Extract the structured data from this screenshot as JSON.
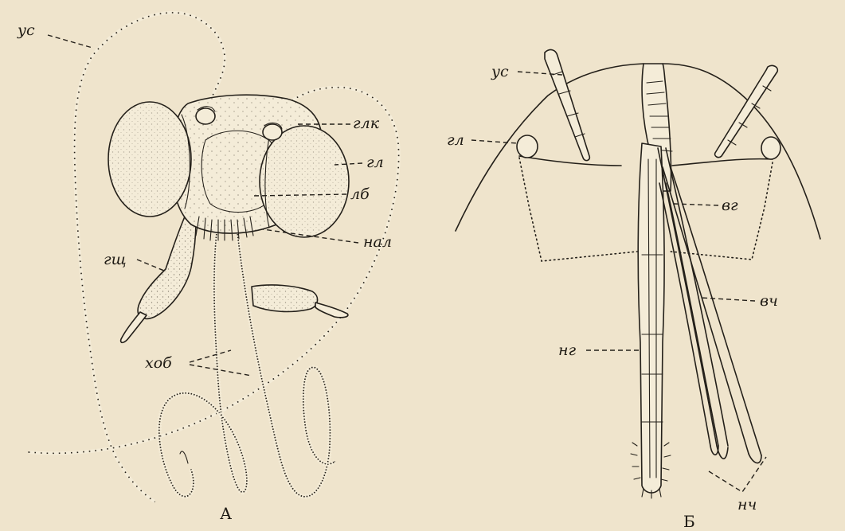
{
  "figure_a": {
    "caption": "А",
    "labels": {
      "antenna": "ус",
      "genal_process": "глк",
      "eye": "гл",
      "frons": "лб",
      "labrum_base": "нал",
      "palp": "гщ",
      "proboscis": "хоб"
    }
  },
  "figure_b": {
    "caption": "Б",
    "labels": {
      "antenna": "ус",
      "eye": "гл",
      "upper_lip": "вг",
      "upper_jaws": "вч",
      "lower_lip": "нг",
      "lower_jaws": "нч"
    }
  }
}
